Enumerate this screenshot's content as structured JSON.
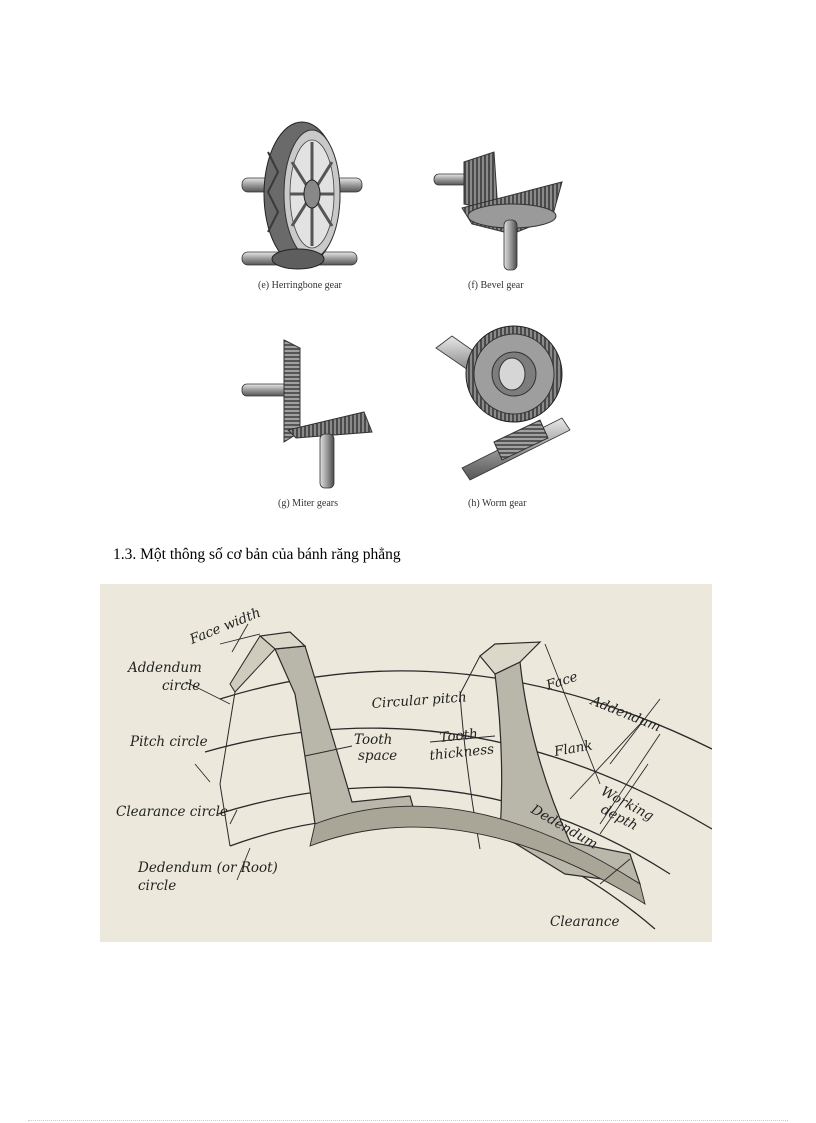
{
  "figure_gears": {
    "captions": {
      "herringbone": "(e) Herringbone gear",
      "bevel": "(f) Bevel gear",
      "miter": "(g) Miter gears",
      "worm": "(h) Worm gear"
    }
  },
  "section_heading": "1.3. Một thông số cơ bản của bánh răng phẳng",
  "figure_nomenclature": {
    "labels": {
      "face_width": "Face width",
      "addendum_circle_1": "Addendum",
      "addendum_circle_2": "circle",
      "pitch_circle": "Pitch circle",
      "clearance_circle": "Clearance circle",
      "dedendum_circle_1": "Dedendum (or Root)",
      "dedendum_circle_2": "circle",
      "circular_pitch": "Circular pitch",
      "tooth_space_1": "Tooth",
      "tooth_space_2": "space",
      "tooth_thickness_1": "Tooth",
      "tooth_thickness_2": "thickness",
      "face": "Face",
      "flank": "Flank",
      "addendum": "Addendum",
      "working_depth_1": "Working",
      "working_depth_2": "depth",
      "dedendum": "Dedendum",
      "clearance": "Clearance"
    }
  },
  "colors": {
    "figure_bg": "#ece9dc",
    "tooth_fill": "#b9b6aa",
    "line": "#2a2a2a"
  }
}
